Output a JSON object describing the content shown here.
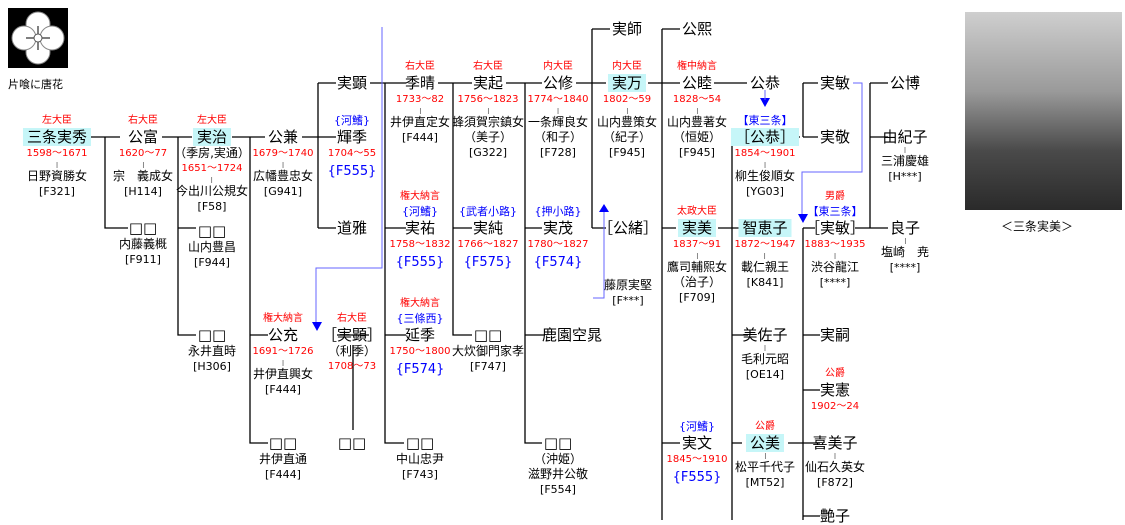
{
  "crest": {
    "label": "片喰に唐花",
    "icon": "katabami-karahana-crest-icon"
  },
  "portrait": {
    "caption": "＜三条実美＞"
  },
  "colors": {
    "highlight": "#c6f6f8",
    "title": "#ff0000",
    "house": "#0000ff",
    "link_line": "#6666ff"
  },
  "nodes": [
    {
      "id": "saneshige",
      "name": "三条実秀",
      "hl": true,
      "above": [
        {
          "k": "title",
          "t": "左大臣"
        }
      ],
      "below": [
        {
          "k": "years",
          "t": "1598～1671"
        },
        {
          "k": "spouse",
          "t": "日野資勝女"
        },
        {
          "k": "ref",
          "t": "[F321]"
        }
      ]
    },
    {
      "id": "kintomi",
      "name": "公富",
      "above": [
        {
          "k": "title",
          "t": "右大臣"
        }
      ],
      "below": [
        {
          "k": "years",
          "t": "1620～77"
        },
        {
          "k": "spouse",
          "t": "宗　義成女"
        },
        {
          "k": "ref",
          "t": "[H114]"
        }
      ]
    },
    {
      "id": "saneharu",
      "name": "実治",
      "hl": true,
      "above": [
        {
          "k": "title",
          "t": "左大臣"
        }
      ],
      "below": [
        {
          "k": "alias",
          "t": "（季房,実通）"
        },
        {
          "k": "years",
          "t": "1651～1724"
        },
        {
          "k": "spouse",
          "t": "今出川公規女"
        },
        {
          "k": "ref",
          "t": "[F58]"
        }
      ]
    },
    {
      "id": "kinkane",
      "name": "公兼",
      "below": [
        {
          "k": "years",
          "t": "1679～1740"
        },
        {
          "k": "spouse",
          "t": "広幡豊忠女"
        },
        {
          "k": "ref",
          "t": "[G941]"
        }
      ]
    },
    {
      "id": "saneaki1",
      "name": "実顕"
    },
    {
      "id": "terusue",
      "name": "輝季",
      "above": [
        {
          "k": "house",
          "t": "{河鰭}"
        }
      ],
      "below": [
        {
          "k": "years",
          "t": "1704～55"
        },
        {
          "k": "link",
          "t": "{F555}"
        }
      ]
    },
    {
      "id": "michimasa",
      "name": "道雅"
    },
    {
      "id": "sueharu",
      "name": "季晴",
      "above": [
        {
          "k": "title",
          "t": "右大臣"
        }
      ],
      "below": [
        {
          "k": "years",
          "t": "1733～82"
        },
        {
          "k": "spouse",
          "t": "井伊直定女"
        },
        {
          "k": "ref",
          "t": "[F444]"
        }
      ]
    },
    {
      "id": "saneoki",
      "name": "実起",
      "above": [
        {
          "k": "title",
          "t": "右大臣"
        }
      ],
      "below": [
        {
          "k": "years",
          "t": "1756～1823"
        },
        {
          "k": "spouse",
          "t": "蜂須賀宗鎮女"
        },
        {
          "k": "alias",
          "t": "（美子）"
        },
        {
          "k": "ref",
          "t": "[G322]"
        }
      ]
    },
    {
      "id": "kinosa",
      "name": "公修",
      "above": [
        {
          "k": "title",
          "t": "内大臣"
        }
      ],
      "below": [
        {
          "k": "years",
          "t": "1774～1840"
        },
        {
          "k": "spouse",
          "t": "一条輝良女"
        },
        {
          "k": "alias",
          "t": "（和子）"
        },
        {
          "k": "ref",
          "t": "[F728]"
        }
      ]
    },
    {
      "id": "sanemoro",
      "name": "実師"
    },
    {
      "id": "sanetsumu",
      "name": "実万",
      "hl": true,
      "above": [
        {
          "k": "title",
          "t": "内大臣"
        }
      ],
      "below": [
        {
          "k": "years",
          "t": "1802～59"
        },
        {
          "k": "spouse",
          "t": "山内豊策女"
        },
        {
          "k": "alias",
          "t": "（紀子）"
        },
        {
          "k": "ref",
          "t": "[F945]"
        }
      ]
    },
    {
      "id": "kinhiro",
      "name": "公熙"
    },
    {
      "id": "kinmutsu",
      "name": "公睦",
      "above": [
        {
          "k": "title",
          "t": "権中納言"
        }
      ],
      "below": [
        {
          "k": "years",
          "t": "1828～54"
        },
        {
          "k": "spouse",
          "t": "山内豊著女"
        },
        {
          "k": "alias",
          "t": "（恒姫）"
        },
        {
          "k": "ref",
          "t": "[F945]"
        }
      ]
    },
    {
      "id": "kinyoshi",
      "name": "公恭"
    },
    {
      "id": "kinyoshi2",
      "name": "［公恭］",
      "hl": true,
      "above": [
        {
          "k": "house",
          "t": "【東三条】"
        }
      ],
      "below": [
        {
          "k": "years",
          "t": "1854～1901"
        },
        {
          "k": "spouse",
          "t": "柳生俊順女"
        },
        {
          "k": "ref",
          "t": "[YG03]"
        }
      ]
    },
    {
      "id": "sanetoshi",
      "name": "実敏"
    },
    {
      "id": "sanetaka",
      "name": "実敬"
    },
    {
      "id": "kinhiro2",
      "name": "公博"
    },
    {
      "id": "yukiko",
      "name": "由紀子",
      "below": [
        {
          "k": "spouse",
          "t": "三浦慶雄"
        },
        {
          "k": "ref",
          "t": "[H***]"
        }
      ]
    },
    {
      "id": "yoshiko",
      "name": "良子",
      "below": [
        {
          "k": "spouse",
          "t": "塩崎　尭"
        },
        {
          "k": "ref",
          "t": "[****]"
        }
      ]
    },
    {
      "id": "kinito",
      "name": "［公緒］",
      "below": []
    },
    {
      "id": "fujiwara",
      "name": "",
      "below": [
        {
          "k": "spouse2",
          "t": "藤原実堅"
        },
        {
          "k": "ref",
          "t": "[F***]"
        }
      ]
    },
    {
      "id": "sanetomi",
      "name": "実美",
      "hl": true,
      "above": [
        {
          "k": "title",
          "t": "太政大臣"
        }
      ],
      "below": [
        {
          "k": "years",
          "t": "1837～91"
        },
        {
          "k": "spouse",
          "t": "鷹司輔熙女"
        },
        {
          "k": "alias",
          "t": "（治子）"
        },
        {
          "k": "ref",
          "t": "[F709]"
        }
      ]
    },
    {
      "id": "chieko",
      "name": "智恵子",
      "hl": true,
      "below": [
        {
          "k": "years",
          "t": "1872～1947"
        },
        {
          "k": "spouse",
          "t": "載仁親王"
        },
        {
          "k": "ref",
          "t": "[K841]"
        }
      ]
    },
    {
      "id": "sanetoshi2",
      "name": "［実敏］",
      "above": [
        {
          "k": "title",
          "t": "男爵"
        },
        {
          "k": "house",
          "t": "【東三条】"
        }
      ],
      "below": [
        {
          "k": "years",
          "t": "1883～1935"
        },
        {
          "k": "spouse",
          "t": "渋谷龍江"
        },
        {
          "k": "ref",
          "t": "[****]"
        }
      ]
    },
    {
      "id": "sanesuke",
      "name": "実祐",
      "above": [
        {
          "k": "title",
          "t": "権大納言"
        },
        {
          "k": "house",
          "t": "{河鰭}"
        }
      ],
      "below": [
        {
          "k": "years",
          "t": "1758～1832"
        },
        {
          "k": "link",
          "t": "{F555}"
        }
      ]
    },
    {
      "id": "sanezumi",
      "name": "実純",
      "above": [
        {
          "k": "house",
          "t": "{武者小路}"
        }
      ],
      "below": [
        {
          "k": "years",
          "t": "1766～1827"
        },
        {
          "k": "link",
          "t": "{F575}"
        }
      ]
    },
    {
      "id": "saneshige2",
      "name": "実茂",
      "above": [
        {
          "k": "house",
          "t": "{押小路}"
        }
      ],
      "below": [
        {
          "k": "years",
          "t": "1780～1827"
        },
        {
          "k": "link",
          "t": "{F574}"
        }
      ]
    },
    {
      "id": "d1",
      "name": "□□",
      "below": [
        {
          "k": "spouse2",
          "t": "内藤義概"
        },
        {
          "k": "ref",
          "t": "[F911]"
        }
      ]
    },
    {
      "id": "d2",
      "name": "□□",
      "below": [
        {
          "k": "spouse2",
          "t": "山内豊昌"
        },
        {
          "k": "ref",
          "t": "[F944]"
        }
      ]
    },
    {
      "id": "d3",
      "name": "□□",
      "below": [
        {
          "k": "spouse2",
          "t": "永井直時"
        },
        {
          "k": "ref",
          "t": "[H306]"
        }
      ]
    },
    {
      "id": "kinmitsu",
      "name": "公充",
      "above": [
        {
          "k": "title",
          "t": "権大納言"
        }
      ],
      "below": [
        {
          "k": "years",
          "t": "1691～1726"
        },
        {
          "k": "spouse",
          "t": "井伊直興女"
        },
        {
          "k": "ref",
          "t": "[F444]"
        }
      ]
    },
    {
      "id": "saneaki2",
      "name": "［実顕］",
      "above": [
        {
          "k": "title",
          "t": "右大臣"
        }
      ],
      "below": [
        {
          "k": "alias",
          "t": "（利季）"
        },
        {
          "k": "years",
          "t": "1708～73"
        }
      ]
    },
    {
      "id": "nobusue",
      "name": "延季",
      "above": [
        {
          "k": "title",
          "t": "権大納言"
        },
        {
          "k": "house",
          "t": "{三條西}"
        }
      ],
      "below": [
        {
          "k": "years",
          "t": "1750～1800"
        },
        {
          "k": "link",
          "t": "{F574}"
        }
      ]
    },
    {
      "id": "d4",
      "name": "□□",
      "below": [
        {
          "k": "spouse2",
          "t": "大炊御門家孝"
        },
        {
          "k": "ref",
          "t": "[F747]"
        }
      ]
    },
    {
      "id": "rokuon",
      "name": "鹿園空晁"
    },
    {
      "id": "misako",
      "name": "美佐子",
      "below": [
        {
          "k": "spouse",
          "t": "毛利元昭"
        },
        {
          "k": "ref",
          "t": "[OE14]"
        }
      ]
    },
    {
      "id": "sanetsugu",
      "name": "実嗣"
    },
    {
      "id": "sanenori",
      "name": "実憲",
      "above": [
        {
          "k": "title",
          "t": "公爵"
        }
      ],
      "below": [
        {
          "k": "years",
          "t": "1902～24"
        }
      ]
    },
    {
      "id": "sanefumi",
      "name": "実文",
      "above": [
        {
          "k": "house",
          "t": "{河鰭}"
        }
      ],
      "below": [
        {
          "k": "years",
          "t": "1845～1910"
        },
        {
          "k": "link",
          "t": "{F555}"
        }
      ]
    },
    {
      "id": "kinteru",
      "name": "公美",
      "hl": true,
      "above": [
        {
          "k": "title",
          "t": "公爵"
        }
      ],
      "below": [
        {
          "k": "spouse",
          "t": "松平千代子"
        },
        {
          "k": "ref",
          "t": "[MT52]"
        }
      ]
    },
    {
      "id": "kimiko",
      "name": "喜美子",
      "below": [
        {
          "k": "spouse",
          "t": "仙石久英女"
        },
        {
          "k": "ref",
          "t": "[F872]"
        }
      ]
    },
    {
      "id": "tsuyako",
      "name": "艶子"
    },
    {
      "id": "d5",
      "name": "□□",
      "below": [
        {
          "k": "spouse2",
          "t": "井伊直通"
        },
        {
          "k": "ref",
          "t": "[F444]"
        }
      ]
    },
    {
      "id": "d6",
      "name": "□□"
    },
    {
      "id": "d7",
      "name": "□□",
      "below": [
        {
          "k": "spouse2",
          "t": "中山忠尹"
        },
        {
          "k": "ref",
          "t": "[F743]"
        }
      ]
    },
    {
      "id": "d8",
      "name": "□□",
      "below": [
        {
          "k": "alias",
          "t": "（沖姫）"
        },
        {
          "k": "spouse2",
          "t": "滋野井公敬"
        },
        {
          "k": "ref",
          "t": "[F554]"
        }
      ]
    }
  ]
}
